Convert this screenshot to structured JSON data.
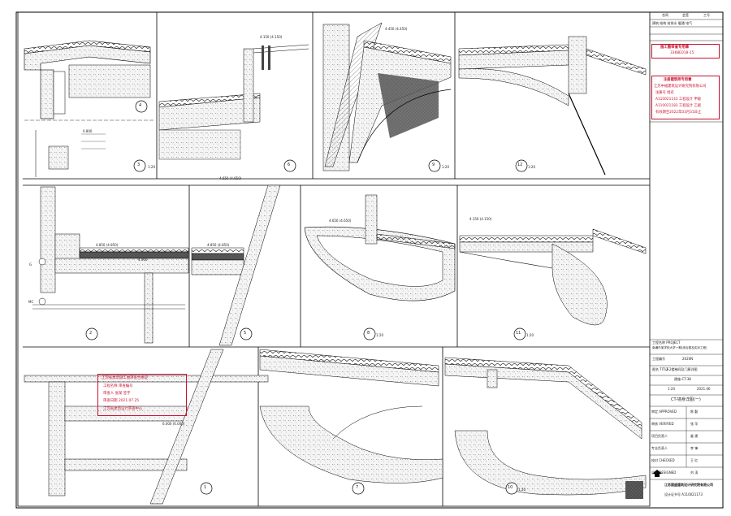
{
  "sheet": {
    "panels": [
      {
        "id": "p4",
        "num": "4"
      },
      {
        "id": "p3",
        "num": "3"
      },
      {
        "id": "p6",
        "num": "6"
      },
      {
        "id": "p9",
        "num": "9"
      },
      {
        "id": "p12",
        "num": "12"
      },
      {
        "id": "p2",
        "num": "2"
      },
      {
        "id": "p5",
        "num": "5"
      },
      {
        "id": "p8",
        "num": "8"
      },
      {
        "id": "p11",
        "num": "11"
      },
      {
        "id": "p1",
        "num": "1"
      },
      {
        "id": "p7",
        "num": "7"
      },
      {
        "id": "p10",
        "num": "10"
      }
    ],
    "scale_text": "1:20",
    "annotations": {
      "elev_a": "4.450 (4.450)",
      "elev_b": "4.150 (4.150)",
      "elev_c": "4.650 (4.650)",
      "elev_d": "4.850 (4.850)",
      "elev_e": "4.000",
      "elev_f": "0.800",
      "elev_g": "6.000 (6.000)",
      "sub_mc": "MC",
      "sub_g": "G"
    }
  },
  "title_block": {
    "header_left": "合同",
    "header_mid": "会签",
    "header_right": "工号",
    "row1": "建筑 结构 给排水 暖通 电气",
    "stamp_title": "施工图审查专用章",
    "stamp_line2": "3368E018-15",
    "reg_title": "注册建筑师专用章",
    "reg_company": "江苏中福建筑设计研究院有限公司",
    "reg_line1": "注册号 姓名",
    "reg_line2": "A110021143 工程设计 甲级",
    "reg_line3": "A110021183 工程设计 乙级",
    "reg_line4": "有效期至2022年03月31日止",
    "project_label": "工程名称 PROJECT",
    "project_name": "南通市某学校大学一期(综合楼及实训工程)",
    "no_label": "工程编号",
    "no_value": "2020N",
    "drawing_label": "图名 TITLE",
    "drawing_name": "2-2楼梯间及门廊详图",
    "sheet_no": "建施-CT-38",
    "scale_value": "1:20",
    "date_value": "2021.06",
    "title2": "CT-墙身详图(一)",
    "sign_rows": [
      {
        "role": "审定 APPROVED",
        "name": "陈 勤"
      },
      {
        "role": "审核 VERIFIED",
        "name": "张 华"
      },
      {
        "role": "项目负责人",
        "name": "姜 建"
      },
      {
        "role": "专业负责人",
        "name": "李 锋"
      },
      {
        "role": "校对 CHECKED",
        "name": "王 红"
      },
      {
        "role": "设计 DESIGNED",
        "name": "刘 涛"
      }
    ],
    "company": "江苏国盛建筑设计研究院有限公司",
    "cert": "设计证书号 A110021173"
  },
  "left_stamp": {
    "line1": "江苏省建筑施工图审查合格证",
    "line2": "工程名称 审查编号",
    "line3": "审查人 张某 签字",
    "line4": "审查日期 2021.07.25",
    "line5": "江苏省建筑设计审查中心"
  }
}
